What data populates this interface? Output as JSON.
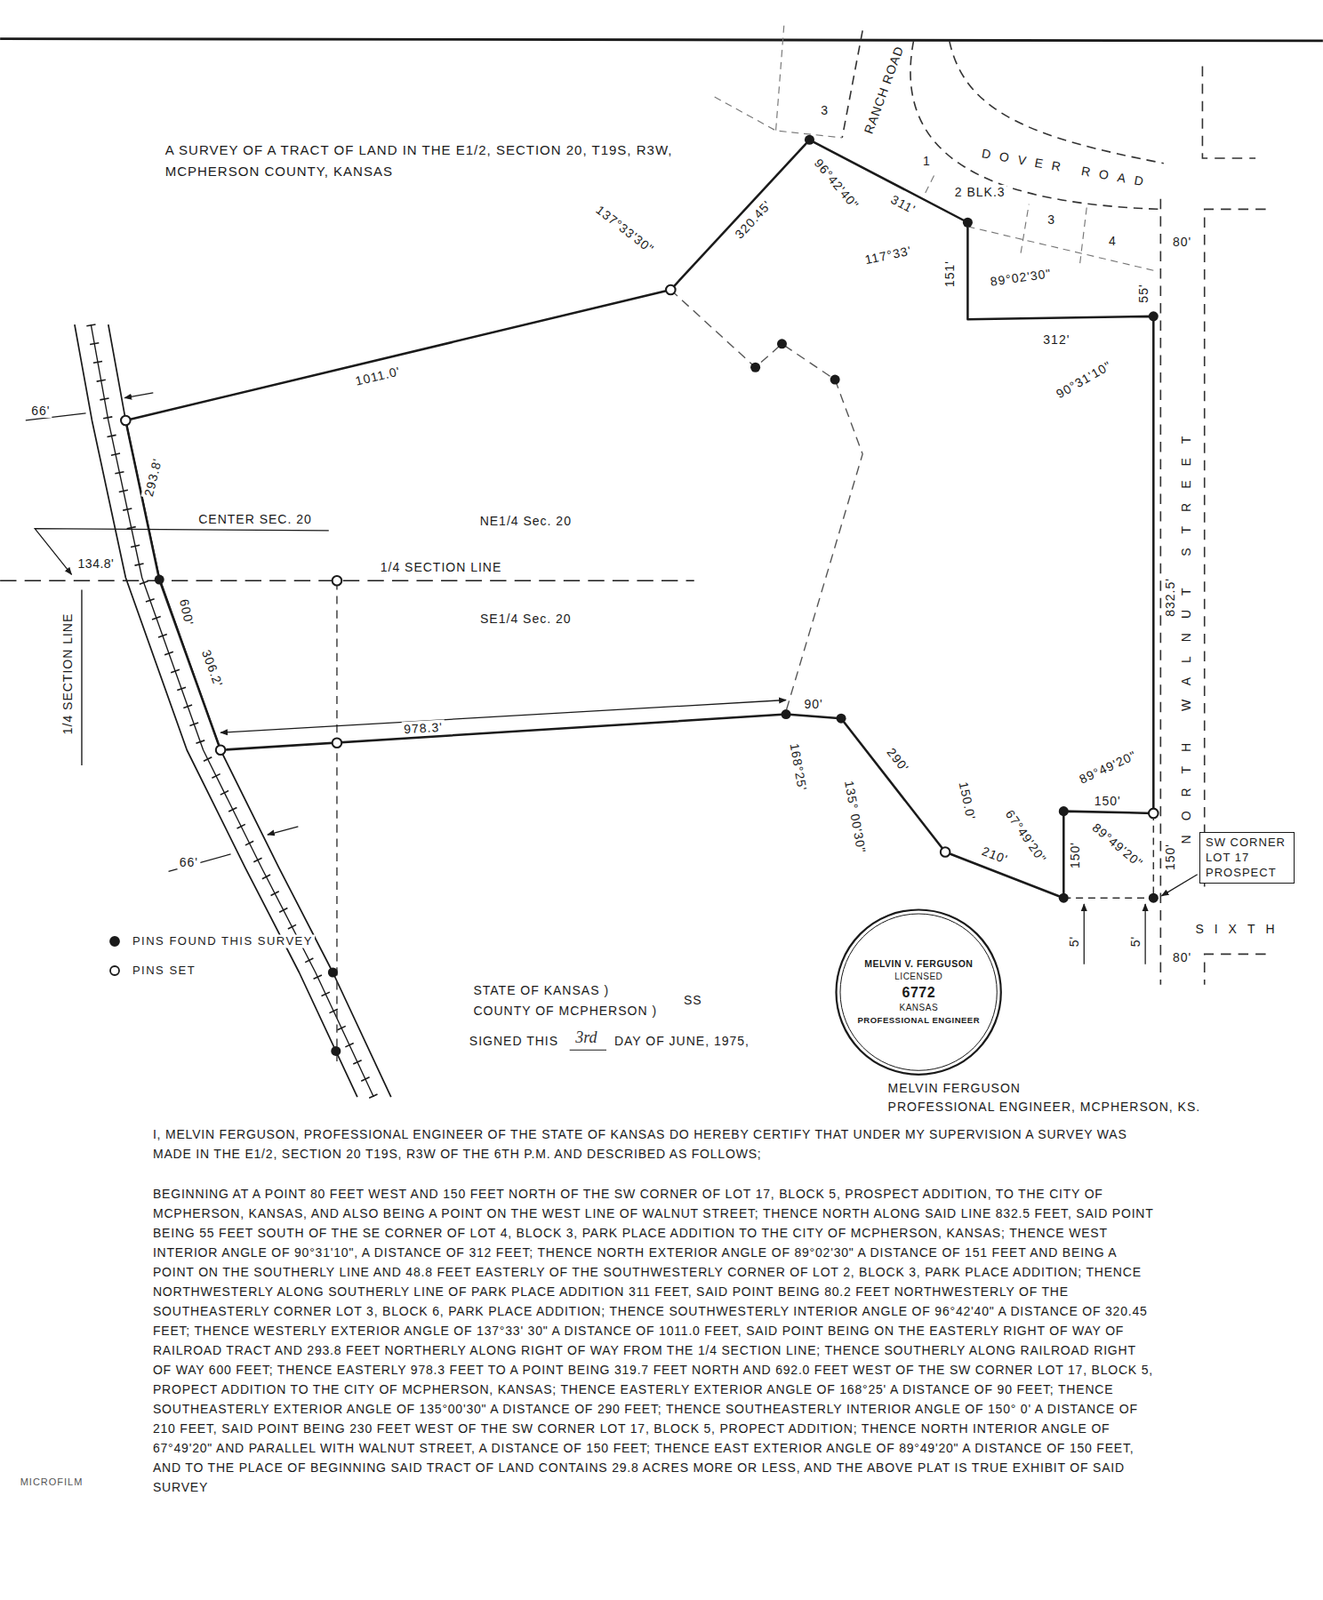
{
  "diagram": {
    "title": "A SURVEY OF A TRACT OF LAND IN THE E1/2, SECTION 20, T19S, R3W, MCPHERSON COUNTY, KANSAS",
    "nodes": [
      {
        "text": [
          "SW CORNER LOT 17 PROSPECT"
        ]
      },
      {
        "text": [
          "MELVIN V. FERGUSON",
          "LICENSED",
          "6772",
          "KANSAS",
          "PROFESSIONAL ENGINEER"
        ]
      }
    ],
    "labels": [
      "3",
      "RANCH ROAD",
      "1",
      "DOVER ROAD",
      "2 BLK.3",
      "3",
      "4",
      "80'",
      "96°42'40\"",
      "311'",
      "320.45'",
      "137°33'30\"",
      "117°33'",
      "151'",
      "89°02'30\"",
      "55'",
      "312'",
      "90°31'10\"",
      "1011.0'",
      "66'",
      "293.8'",
      "CENTER SEC. 20",
      "NE1/4 Sec. 20",
      "134.8'",
      "1/4 SECTION LINE",
      "600'",
      "SE1/4 Sec. 20",
      "1/4 SECTION LINE",
      "306.2'",
      "978.3'",
      "90'",
      "168°25'",
      "135° 00'30\"",
      "290'",
      "150.0'",
      "210'",
      "67°49'20\"",
      "150'",
      "150'",
      "89°49'20\"",
      "89°49'20\"",
      "150'",
      "832.5'",
      "NORTH WALNUT STREET",
      "SIXTH",
      "80'",
      "5'",
      "5'",
      "66'",
      "STATE OF KANSAS )",
      "SS",
      "COUNTY OF MCPHERSON )",
      "SIGNED THIS",
      "3rd",
      "DAY OF JUNE, 1975,",
      "MELVIN FERGUSON",
      "PROFESSIONAL ENGINEER, MCPHERSON, KS.",
      "MICROFILM",
      "I, MELVIN FERGUSON, PROFESSIONAL ENGINEER OF THE STATE OF KANSAS DO HEREBY CERTIFY THAT UNDER MY SUPERVISION A SURVEY WAS MADE IN THE E1/2, SECTION 20 T19S, R3W OF THE 6TH P.M. AND DESCRIBED AS FOLLOWS;",
      "BEGINNING AT A POINT 80 FEET WEST AND 150 FEET NORTH OF THE SW CORNER OF LOT 17, BLOCK 5, PROSPECT ADDITION, TO THE CITY OF MCPHERSON, KANSAS, AND ALSO BEING A POINT ON THE WEST LINE OF WALNUT STREET; THENCE NORTH ALONG SAID LINE 832.5 FEET, SAID POINT BEING 55 FEET SOUTH OF THE SE CORNER OF LOT 4, BLOCK 3, PARK PLACE ADDITION TO THE CITY OF MCPHERSON, KANSAS; THENCE WEST INTERIOR ANGLE OF 90°31'10\", A DISTANCE OF 312 FEET; THENCE NORTH EXTERIOR ANGLE OF 89°02'30\" A DISTANCE OF 151 FEET AND BEING A POINT ON THE SOUTHERLY LINE AND 48.8 FEET EASTERLY OF THE SOUTHWESTERLY CORNER OF LOT 2, BLOCK 3, PARK PLACE ADDITION; THENCE NORTHWESTERLY ALONG SOUTHERLY LINE OF PARK PLACE ADDITION 311 FEET, SAID POINT BEING 80.2 FEET NORTHWESTERLY OF THE SOUTHEASTERLY CORNER LOT 3, BLOCK 6, PARK PLACE ADDITION; THENCE SOUTHWESTERLY INTERIOR ANGLE OF 96°42'40\" A DISTANCE OF 320.45 FEET; THENCE WESTERLY EXTERIOR ANGLE OF 137°33' 30\" A DISTANCE OF 1011.0 FEET, SAID POINT BEING ON THE EASTERLY RIGHT OF WAY OF RAILROAD TRACT AND 293.8 FEET NORTHERLY ALONG RIGHT OF WAY FROM THE 1/4 SECTION LINE; THENCE SOUTHERLY ALONG RAILROAD RIGHT OF WAY 600 FEET; THENCE EASTERLY 978.3 FEET TO A POINT BEING 319.7 FEET NORTH AND 692.0 FEET WEST OF THE SW CORNER LOT 17, BLOCK 5, PROPECT ADDITION TO THE CITY OF MCPHERSON, KANSAS; THENCE EASTERLY EXTERIOR ANGLE OF 168°25' A DISTANCE OF 90 FEET; THENCE SOUTHEASTERLY EXTERIOR ANGLE OF 135°00'30\" A DISTANCE OF 290 FEET; THENCE SOUTHEASTERLY INTERIOR ANGLE OF 150° 0' A DISTANCE OF 210 FEET, SAID POINT BEING 230 FEET WEST OF THE SW CORNER LOT 17, BLOCK 5, PROPECT ADDITION; THENCE NORTH INTERIOR ANGLE OF 67°49'20\" AND PARALLEL WITH WALNUT STREET, A DISTANCE OF 150 FEET; THENCE EAST EXTERIOR ANGLE OF 89°49'20\" A DISTANCE OF 150 FEET, AND TO THE PLACE OF BEGINNING SAID TRACT OF LAND CONTAINS 29.8 ACRES MORE OR LESS, AND THE ABOVE PLAT IS TRUE EXHIBIT OF SAID SURVEY"
    ],
    "legend": [
      {
        "text": "PINS FOUND THIS SURVEY"
      },
      {
        "text": "PINS SET"
      }
    ]
  }
}
